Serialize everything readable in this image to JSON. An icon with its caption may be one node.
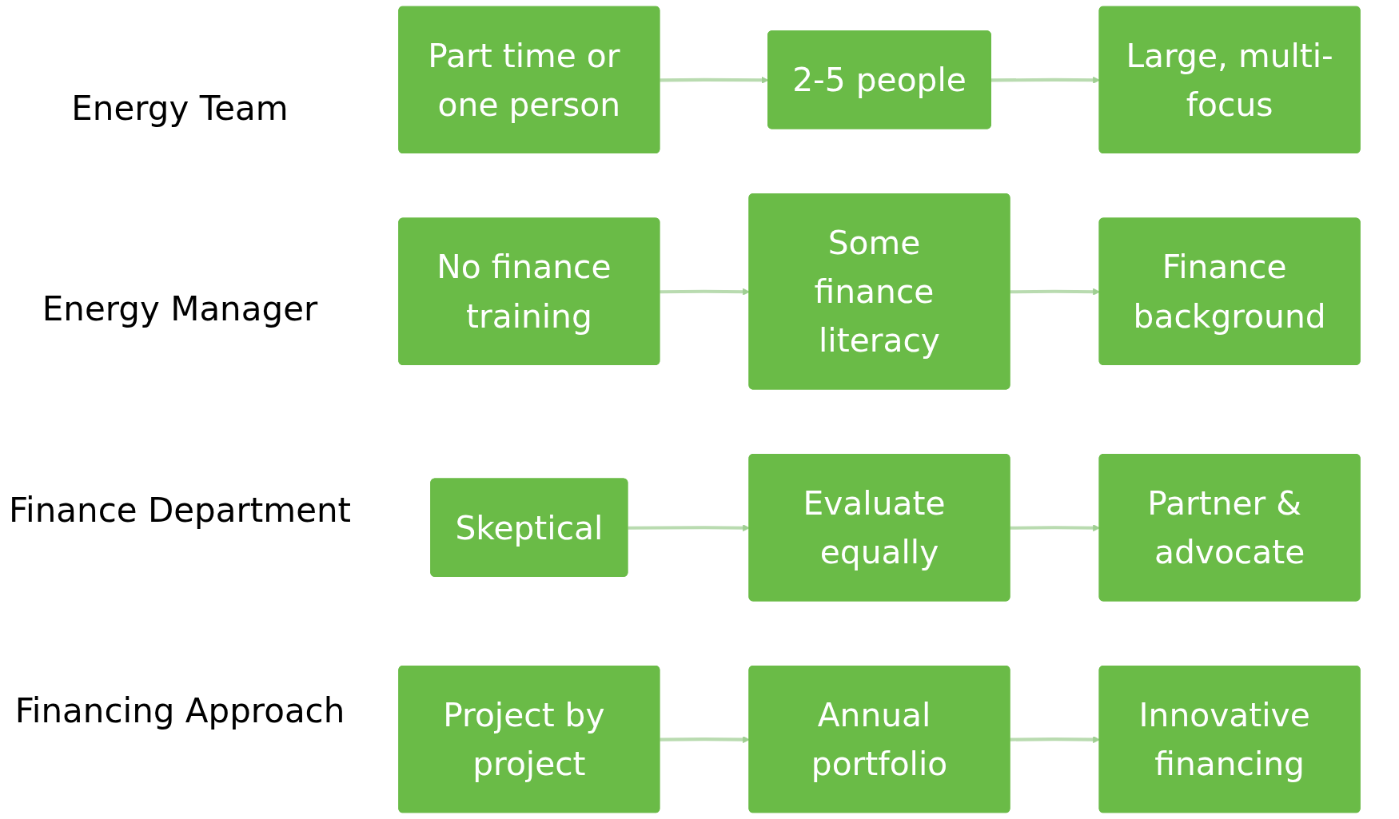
{
  "diagram": {
    "nodes": [
      {
        "text": [
          "Part time or one person"
        ]
      },
      {
        "text": [
          "2-5 people"
        ]
      },
      {
        "text": [
          "Large, multi-focus"
        ]
      },
      {
        "text": [
          "No finance training"
        ]
      },
      {
        "text": [
          "Some finance literacy"
        ]
      },
      {
        "text": [
          "Finance background"
        ]
      },
      {
        "text": [
          "Skeptical"
        ]
      },
      {
        "text": [
          "Evaluate equally"
        ]
      },
      {
        "text": [
          "Partner & advocate"
        ]
      },
      {
        "text": [
          "Project by project"
        ]
      },
      {
        "text": [
          "Annual portfolio"
        ]
      },
      {
        "text": [
          "Innovative financing"
        ]
      }
    ],
    "edges": [
      {
        "from": 0,
        "to": 1,
        "arrow": "to"
      },
      {
        "from": 1,
        "to": 2,
        "arrow": "to"
      },
      {
        "from": 3,
        "to": 4,
        "arrow": "to"
      },
      {
        "from": 4,
        "to": 5,
        "arrow": "to"
      },
      {
        "from": 6,
        "to": 7,
        "arrow": "to"
      },
      {
        "from": 7,
        "to": 8,
        "arrow": "to"
      },
      {
        "from": 9,
        "to": 10,
        "arrow": "to"
      },
      {
        "from": 10,
        "to": 11,
        "arrow": "to"
      }
    ],
    "labels": [
      "Energy Team",
      "Energy Manager",
      "Finance Department",
      "Financing Approach"
    ]
  }
}
